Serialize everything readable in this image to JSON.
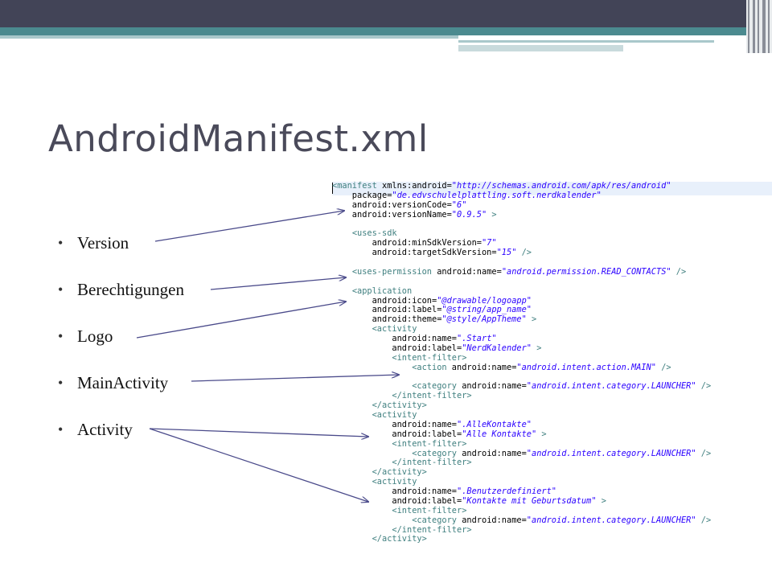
{
  "slide": {
    "title": "AndroidManifest.xml",
    "bullets": [
      "Version",
      "Berechtigungen",
      "Logo",
      "MainActivity",
      "Activity"
    ]
  },
  "code": {
    "lines": [
      "<manifest xmlns:android=\"http://schemas.android.com/apk/res/android\"",
      "    package=\"de.edvschulelplattling.soft.nerdkalender\"",
      "    android:versionCode=\"6\"",
      "    android:versionName=\"0.9.5\" >",
      "",
      "    <uses-sdk",
      "        android:minSdkVersion=\"7\"",
      "        android:targetSdkVersion=\"15\" />",
      "",
      "    <uses-permission android:name=\"android.permission.READ_CONTACTS\" />",
      "",
      "    <application",
      "        android:icon=\"@drawable/logoapp\"",
      "        android:label=\"@string/app_name\"",
      "        android:theme=\"@style/AppTheme\" >",
      "        <activity",
      "            android:name=\".Start\"",
      "            android:label=\"NerdKalender\" >",
      "            <intent-filter>",
      "                <action android:name=\"android.intent.action.MAIN\" />",
      "",
      "                <category android:name=\"android.intent.category.LAUNCHER\" />",
      "            </intent-filter>",
      "        </activity>",
      "        <activity",
      "            android:name=\".AlleKontakte\"",
      "            android:label=\"Alle Kontakte\" >",
      "            <intent-filter>",
      "                <category android:name=\"android.intent.category.LAUNCHER\" />",
      "            </intent-filter>",
      "        </activity>",
      "        <activity",
      "            android:name=\".Benutzerdefiniert\"",
      "            android:label=\"Kontakte mit Geburtsdatum\" >",
      "            <intent-filter>",
      "                <category android:name=\"android.intent.category.LAUNCHER\" />",
      "            </intent-filter>",
      "        </activity>"
    ]
  },
  "colors": {
    "tag": "#3f7f7f",
    "attr": "#7f007f",
    "value": "#2a00ff",
    "title": "#4a4a5a",
    "arrow": "#4a4a8a"
  }
}
